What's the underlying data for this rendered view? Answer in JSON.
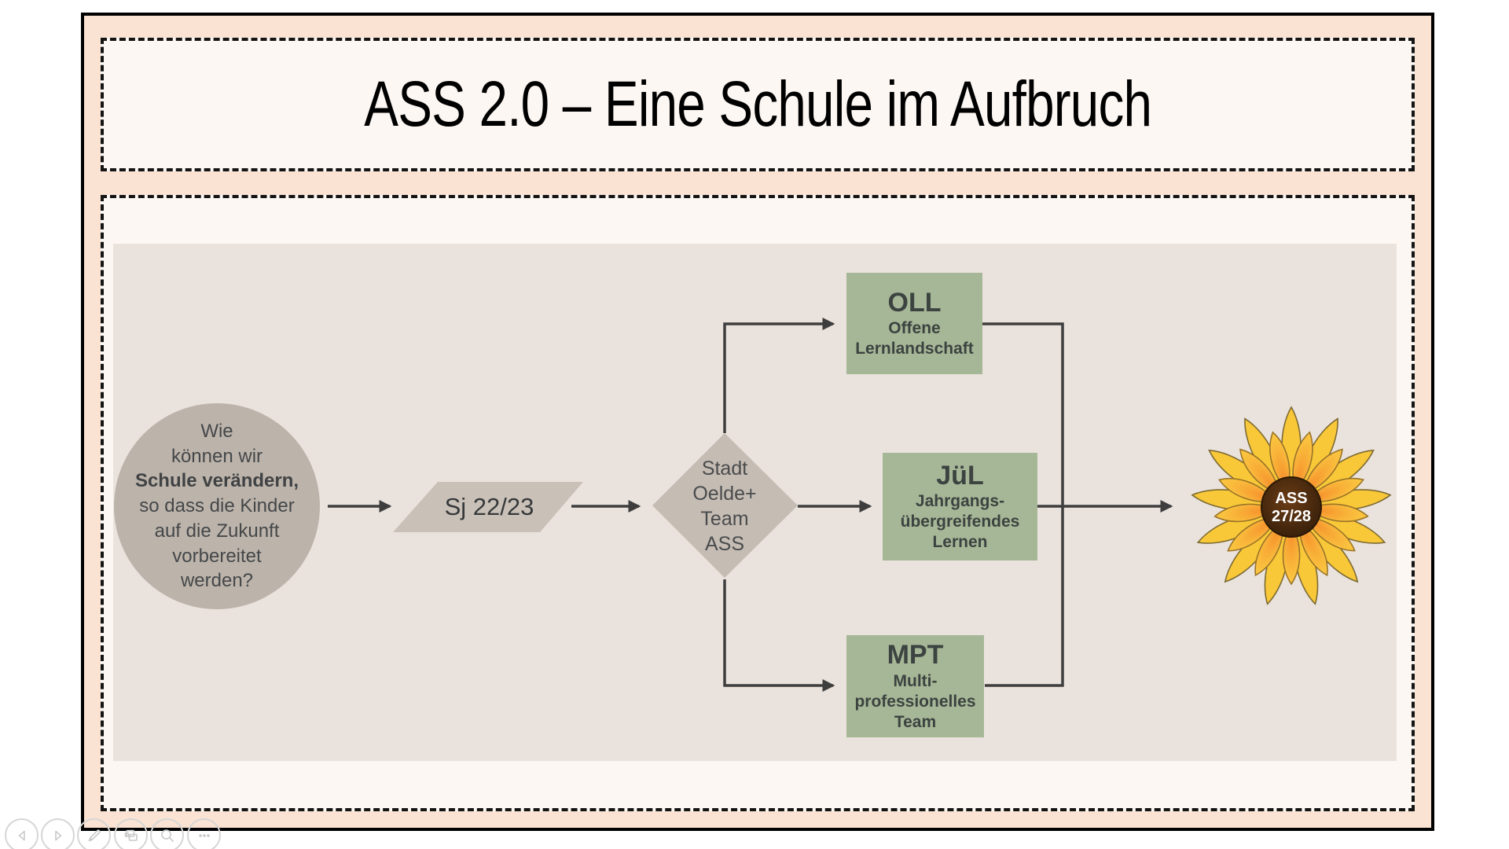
{
  "slide": {
    "title": "ASS 2.0 – Eine Schule im Aufbruch"
  },
  "diagram": {
    "question": {
      "line1": "Wie",
      "line2": "können wir",
      "line3_bold": "Schule verändern,",
      "line4": "so dass die Kinder",
      "line5": "auf die Zukunft",
      "line6": "vorbereitet",
      "line7": "werden?"
    },
    "milestone": {
      "label": "Sj 22/23"
    },
    "decision": {
      "line1": "Stadt",
      "line2": "Oelde+",
      "line3": "Team",
      "line4": "ASS"
    },
    "boxes": {
      "oll": {
        "abbr": "OLL",
        "line1": "Offene",
        "line2": "Lernlandschaft"
      },
      "jul": {
        "abbr": "JüL",
        "line1": "Jahrgangs-",
        "line2": "übergreifendes",
        "line3": "Lernen"
      },
      "mpt": {
        "abbr": "MPT",
        "line1": "Multi-",
        "line2": "professionelles",
        "line3": "Team"
      }
    },
    "goal": {
      "line1": "ASS",
      "line2": "27/28"
    }
  },
  "colors": {
    "slide_background": "#fae3d2",
    "panel_background": "#fdf7f3",
    "diagram_background": "#eae2dc",
    "circle_fill": "#bcb4ab",
    "parallelogram_fill": "#c9c1b8",
    "diamond_fill": "#c5bdb4",
    "green_box_fill": "#a6b797",
    "connector": "#3e3e3e",
    "flower_petal_outer": "#f9c838",
    "flower_petal_inner": "#f7a93a",
    "flower_center": "#42260f",
    "text_dark": "#45474a"
  }
}
